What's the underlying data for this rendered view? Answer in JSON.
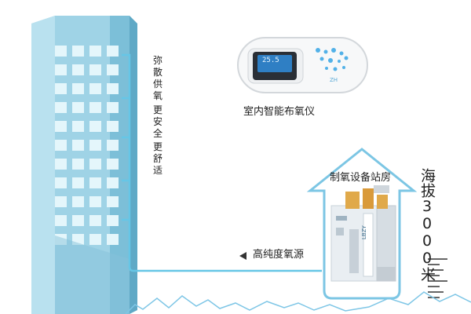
{
  "labels": {
    "device": "室内智能布氧仪",
    "station": "制氧设备站房",
    "source": "高纯度氧源",
    "altitude": "海拔3000米",
    "benefit_1": "弥散供氧",
    "benefit_2": "更安全",
    "benefit_3": "更舒适"
  },
  "device_screen": "25.5",
  "colors": {
    "building_main": "#9fd3e6",
    "building_dark": "#5fa9c6",
    "window": "#dff3fa",
    "pipe": "#66c6e6",
    "mountain": "#7ec6e6"
  },
  "icons": {
    "arrow": "arrow-left-icon",
    "outline": "house-arrow-outline"
  }
}
